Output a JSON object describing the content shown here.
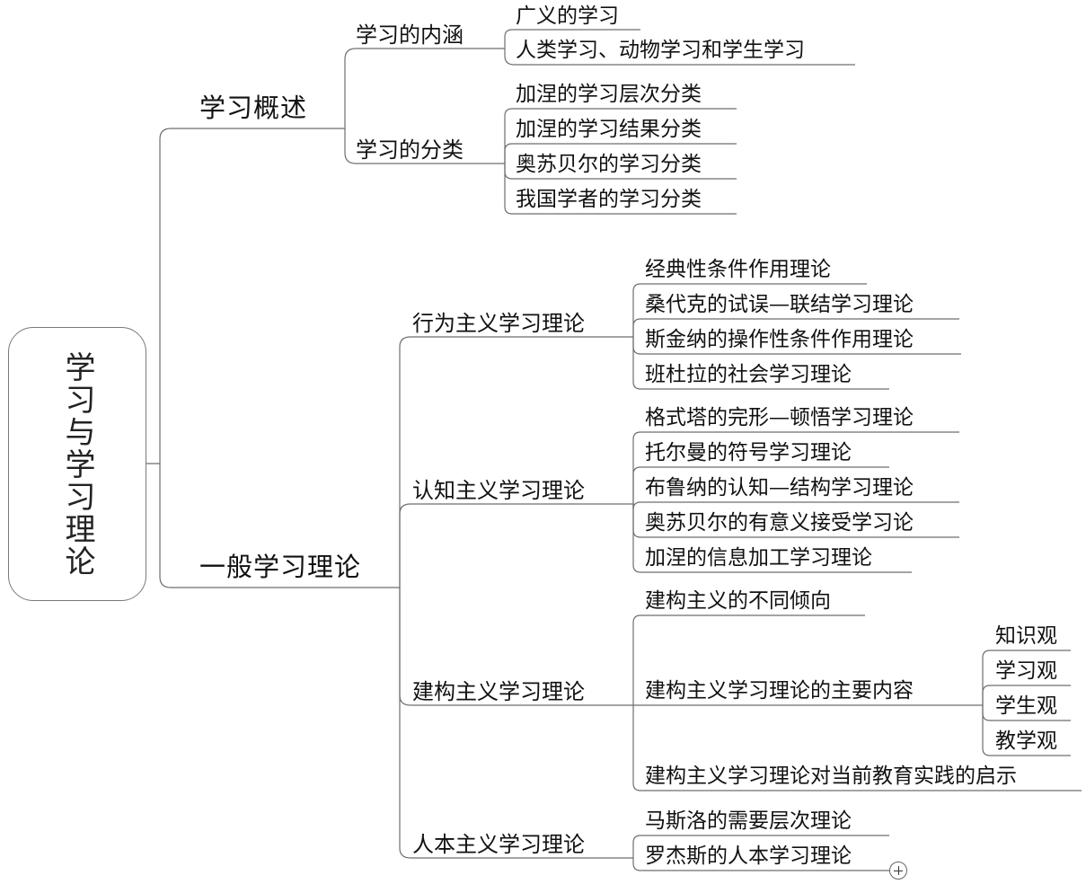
{
  "root": "学习与学习理论",
  "branches": [
    {
      "label": "学习概述",
      "children": [
        {
          "label": "学习的内涵",
          "children": [
            {
              "label": "广义的学习"
            },
            {
              "label": "人类学习、动物学习和学生学习"
            }
          ]
        },
        {
          "label": "学习的分类",
          "children": [
            {
              "label": "加涅的学习层次分类"
            },
            {
              "label": "加涅的学习结果分类"
            },
            {
              "label": "奥苏贝尔的学习分类"
            },
            {
              "label": "我国学者的学习分类"
            }
          ]
        }
      ]
    },
    {
      "label": "一般学习理论",
      "children": [
        {
          "label": "行为主义学习理论",
          "children": [
            {
              "label": "经典性条件作用理论"
            },
            {
              "label": "桑代克的试误—联结学习理论"
            },
            {
              "label": "斯金纳的操作性条件作用理论"
            },
            {
              "label": "班杜拉的社会学习理论"
            }
          ]
        },
        {
          "label": "认知主义学习理论",
          "children": [
            {
              "label": "格式塔的完形—顿悟学习理论"
            },
            {
              "label": "托尔曼的符号学习理论"
            },
            {
              "label": "布鲁纳的认知—结构学习理论"
            },
            {
              "label": "奥苏贝尔的有意义接受学习论"
            },
            {
              "label": "加涅的信息加工学习理论"
            }
          ]
        },
        {
          "label": "建构主义学习理论",
          "children": [
            {
              "label": "建构主义的不同倾向"
            },
            {
              "label": "建构主义学习理论的主要内容",
              "children": [
                {
                  "label": "知识观"
                },
                {
                  "label": "学习观"
                },
                {
                  "label": "学生观"
                },
                {
                  "label": "教学观"
                }
              ]
            },
            {
              "label": "建构主义学习理论对当前教育实践的启示"
            }
          ]
        },
        {
          "label": "人本主义学习理论",
          "children": [
            {
              "label": "马斯洛的需要层次理论"
            },
            {
              "label": "罗杰斯的人本学习理论"
            }
          ]
        }
      ]
    }
  ]
}
